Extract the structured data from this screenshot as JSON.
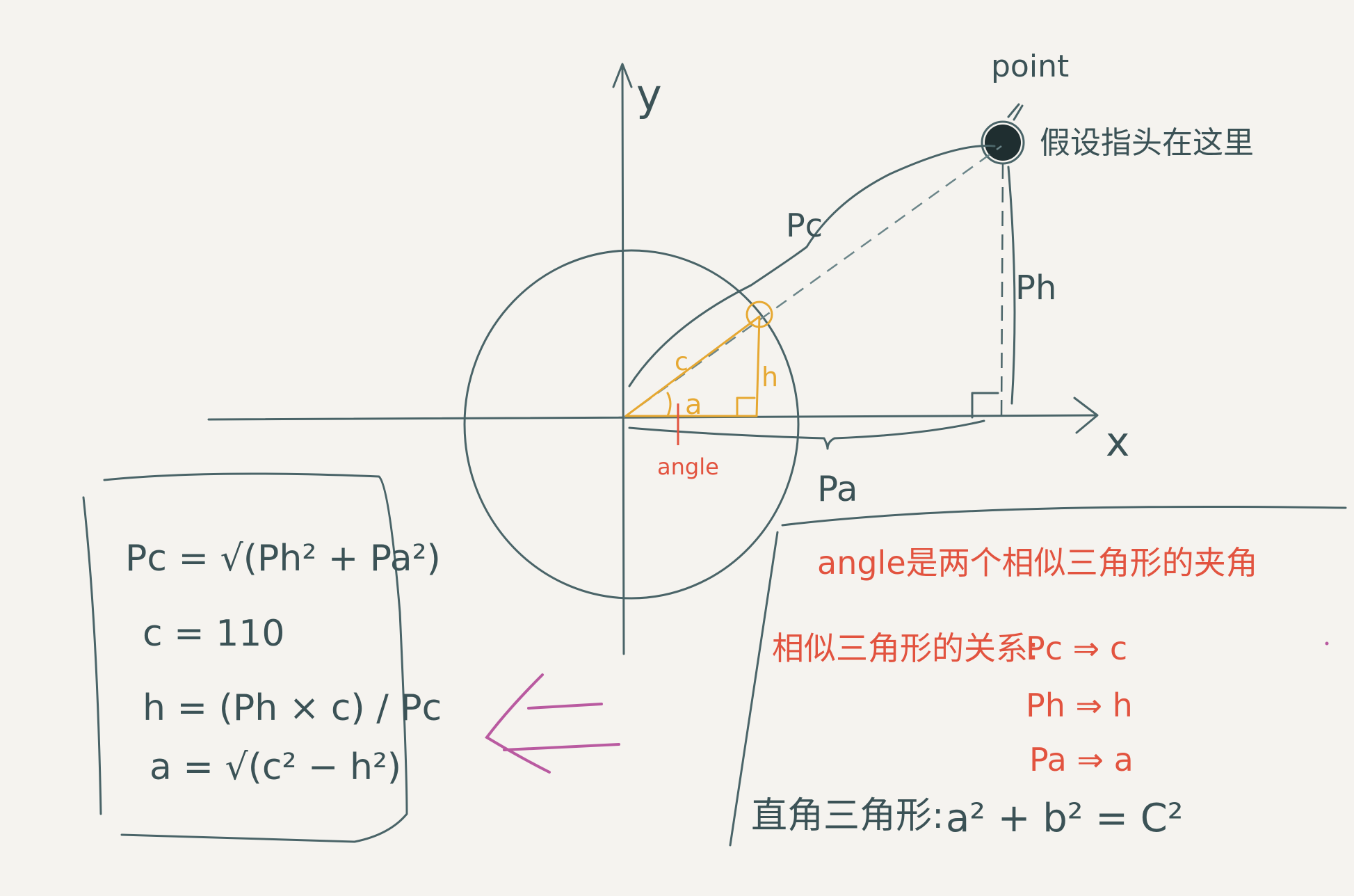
{
  "diagram": {
    "axis_labels": {
      "x": "x",
      "y": "y"
    },
    "point_label": "point",
    "point_note": "假设指头在这里",
    "big_triangle": {
      "hypotenuse": "Pc",
      "height": "Ph",
      "base": "Pa"
    },
    "small_triangle": {
      "hypotenuse": "c",
      "height": "h",
      "angle": "a"
    },
    "angle_label": "angle"
  },
  "formula_box": {
    "lines": [
      "Pc = √(Ph² + Pa²)",
      "c = 110",
      "h = (Ph × c) / Pc",
      "a = √(c² − h²)"
    ]
  },
  "notes": {
    "line1": "angle是两个相似三角形的夹角",
    "relation_prefix": "相似三角形的关系:",
    "relations": [
      "Pc ⇒ c",
      "Ph ⇒ h",
      "Pa ⇒ a"
    ],
    "pythagoras_prefix": "直角三角形:",
    "pythagoras": "a² + b² = C²"
  },
  "colors": {
    "ink": "#3b5256",
    "accent_orange": "#e6a832",
    "accent_red": "#e2533f",
    "arrow_magenta": "#b95aa0",
    "background": "#f5f3ef"
  }
}
